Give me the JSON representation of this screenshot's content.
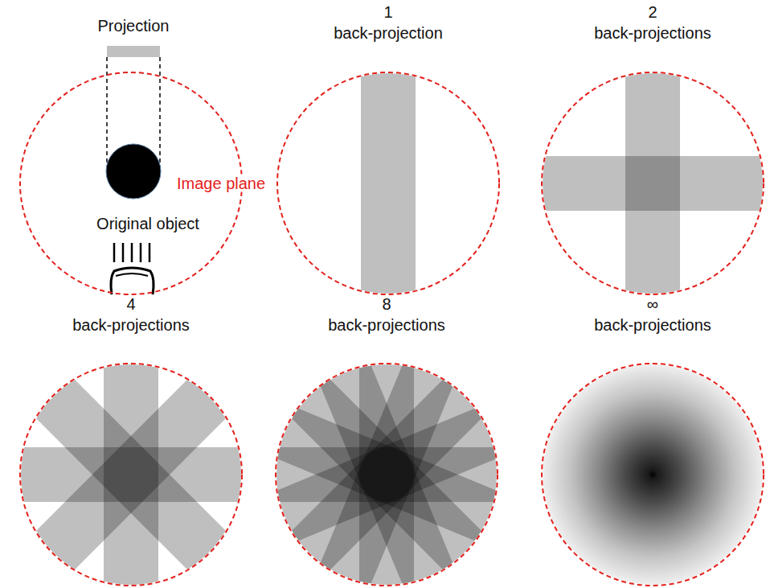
{
  "diagram": {
    "nodes": [
      {
        "text": [
          "Projection",
          "Original object"
        ]
      },
      {
        "text": [
          "1",
          "back-projection"
        ]
      },
      {
        "text": [
          "2",
          "back-projections"
        ]
      },
      {
        "text": [
          "4",
          "back-projections"
        ]
      },
      {
        "text": [
          "8",
          "back-projections"
        ]
      },
      {
        "text": [
          "∞",
          "back-projections"
        ]
      }
    ],
    "labels": [
      "Image plane"
    ]
  }
}
